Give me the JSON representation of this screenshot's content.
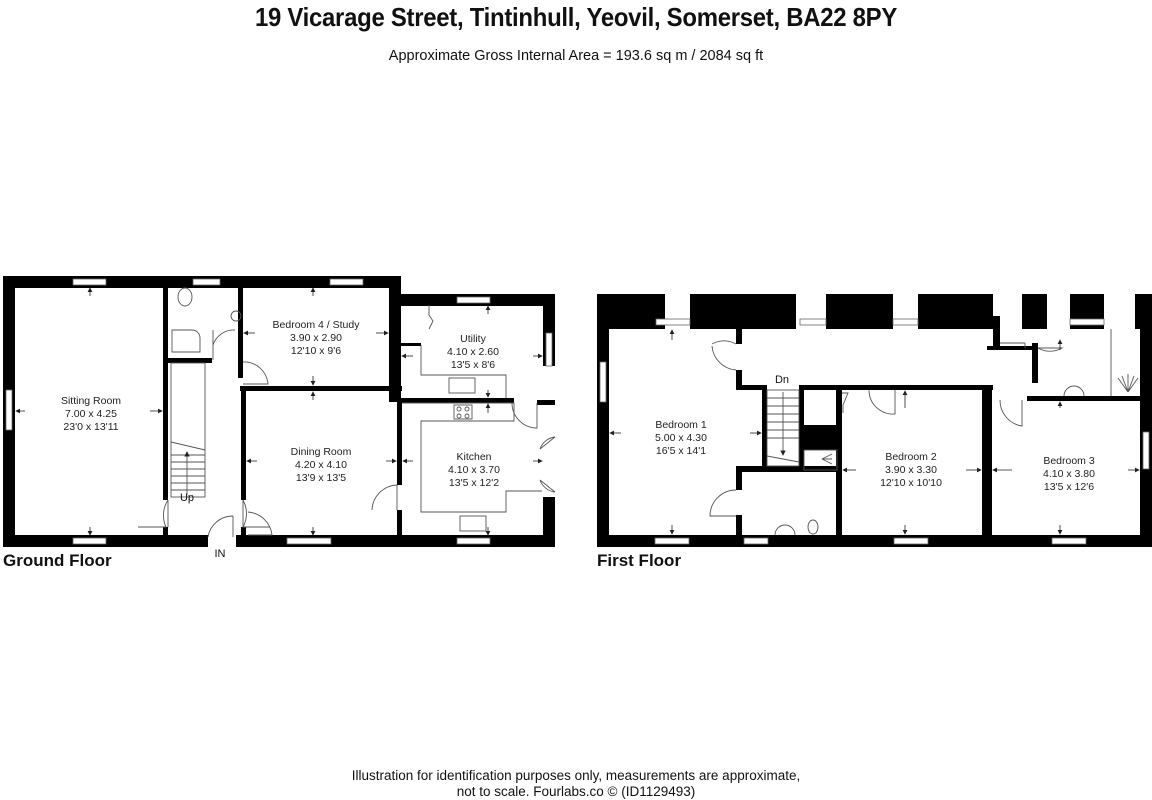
{
  "header": {
    "title": "19 Vicarage Street, Tintinhull, Yeovil, Somerset, BA22 8PY",
    "area": "Approximate Gross Internal Area = 193.6 sq m / 2084 sq ft"
  },
  "ground_floor": {
    "label": "Ground Floor",
    "entrance": "IN",
    "stairs": "Up",
    "rooms": [
      {
        "name": "Sitting Room",
        "metric": "7.00 x 4.25",
        "imperial": "23'0 x 13'11"
      },
      {
        "name": "Bedroom 4 / Study",
        "metric": "3.90 x 2.90",
        "imperial": "12'10 x 9'6"
      },
      {
        "name": "Dining Room",
        "metric": "4.20 x 4.10",
        "imperial": "13'9 x 13'5"
      },
      {
        "name": "Utility",
        "metric": "4.10 x 2.60",
        "imperial": "13'5 x 8'6"
      },
      {
        "name": "Kitchen",
        "metric": "4.10 x 3.70",
        "imperial": "13'5 x 12'2"
      }
    ]
  },
  "first_floor": {
    "label": "First Floor",
    "stairs": "Dn",
    "rooms": [
      {
        "name": "Bedroom 1",
        "metric": "5.00 x 4.30",
        "imperial": "16'5 x 14'1"
      },
      {
        "name": "Bedroom 2",
        "metric": "3.90 x 3.30",
        "imperial": "12'10 x 10'10"
      },
      {
        "name": "Bedroom 3",
        "metric": "4.10 x 3.80",
        "imperial": "13'5 x 12'6"
      }
    ]
  },
  "footer": {
    "line1": "Illustration for identification purposes only, measurements are approximate,",
    "line2": "not to scale. Fourlabs.co © (ID1129493)"
  }
}
